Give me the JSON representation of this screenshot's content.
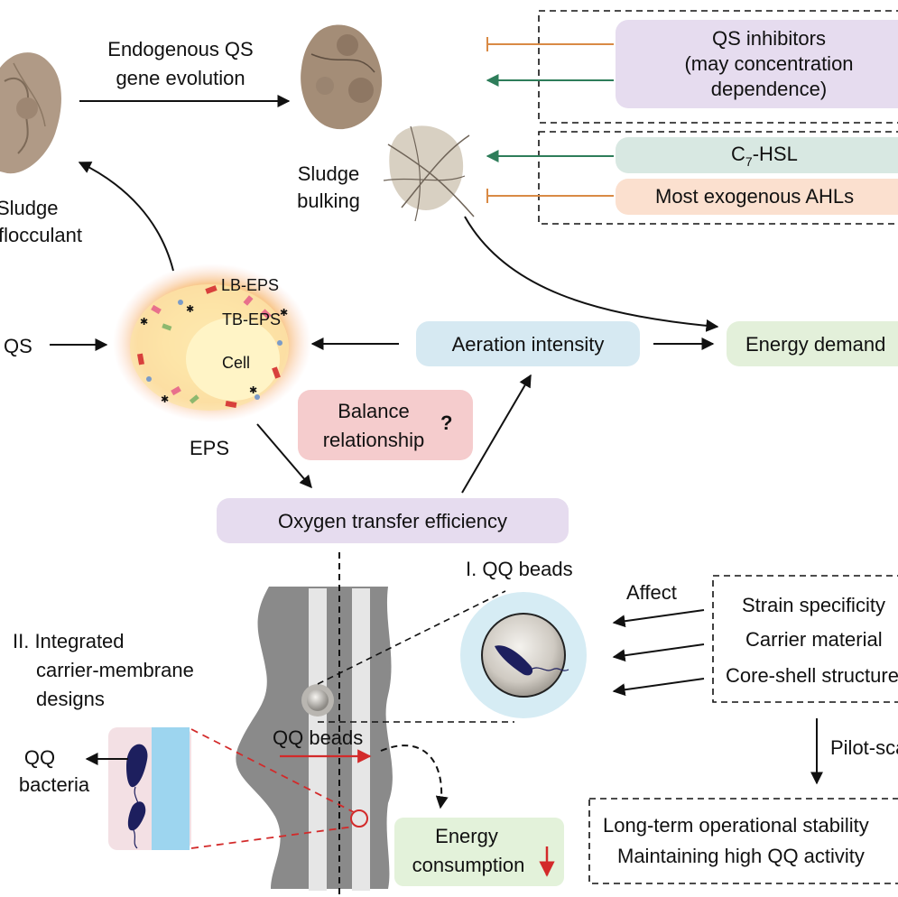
{
  "top": {
    "evolution_line1": "Endogenous QS",
    "evolution_line2": "gene evolution",
    "sludge_flocculant_line1": "Sludge",
    "sludge_flocculant_line2": "flocculant",
    "sludge_bulking_line1": "Sludge",
    "sludge_bulking_line2": "bulking",
    "qs_inhibitors_line1": "QS inhibitors",
    "qs_inhibitors_line2": "(may concentration",
    "qs_inhibitors_line3": "dependence)",
    "c7_prefix": "C",
    "c7_subscript": "7",
    "c7_suffix": "-HSL",
    "exogenous_ahls": "Most exogenous AHLs"
  },
  "middle": {
    "qs": "QS",
    "lb_eps": "LB-EPS",
    "tb_eps": "TB-EPS",
    "cell": "Cell",
    "eps": "EPS",
    "aeration": "Aeration intensity",
    "energy_demand": "Energy demand",
    "balance_line1": "Balance",
    "balance_line2": "relationship",
    "balance_mark": "?",
    "oxygen_transfer": "Oxygen transfer efficiency"
  },
  "bottom": {
    "qq_beads_title": "I. QQ beads",
    "integrated_line1": "II. Integrated",
    "integrated_line2": "carrier-membrane",
    "integrated_line3": "designs",
    "qq_bacteria_line1": "QQ",
    "qq_bacteria_line2": "bacteria",
    "qq_beads_flow": "QQ beads",
    "energy_consumption_line1": "Energy",
    "energy_consumption_line2": "consumption",
    "affect": "Affect",
    "factors": [
      "Strain specificity",
      "Carrier material",
      "Core-shell structure"
    ],
    "pilot": "Pilot-scale",
    "outcome_line1": "Long-term operational stability",
    "outcome_line2": "Maintaining high QQ activity"
  },
  "colors": {
    "qs_inhibitors_box": "#e6dcef",
    "c7_box": "#d8e8e2",
    "ahls_box": "#fbe0cf",
    "aeration_box": "#d6e9f2",
    "energy_demand_box": "#e3f0da",
    "balance_box": "#f5cccd",
    "oxygen_box": "#e6dcef",
    "energy_consumption_box": "#e3f2da",
    "green_arrow": "#2e7d5a",
    "orange_inhibit": "#d98a45",
    "red": "#d32a2a",
    "membrane_gray": "#8a8a8a",
    "bacteria_navy": "#1d1f5e",
    "membrane_blue": "#9dd5ef"
  }
}
